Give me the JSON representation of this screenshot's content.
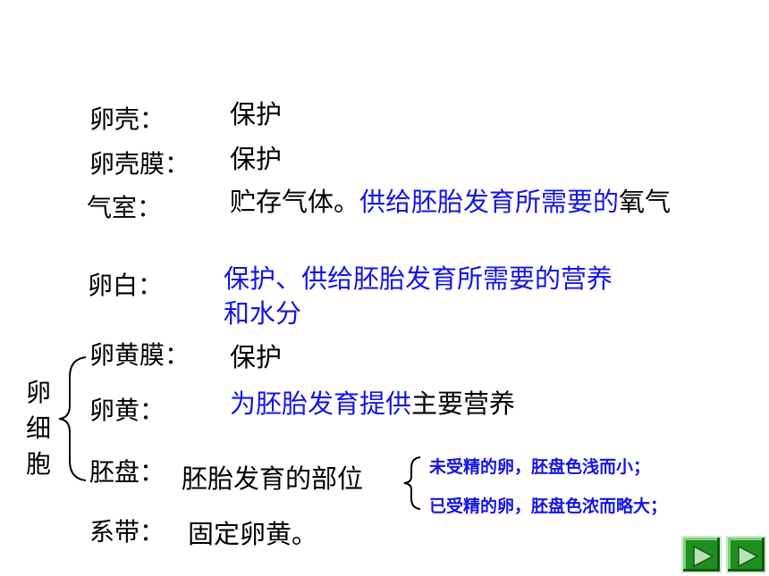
{
  "rows": {
    "shell": {
      "label": "卵壳：",
      "value": "保护"
    },
    "shell_membrane": {
      "label": "卵壳膜：",
      "value": "保护"
    },
    "air_cell": {
      "label": "气室：",
      "value_black": "贮存气体。",
      "value_blue": "供给胚胎发育所需要的",
      "value_tail": "氧气"
    },
    "albumen": {
      "label": "卵白：",
      "value_line1": "保护、供给胚胎发育所需要的营养",
      "value_line2": "和水分"
    },
    "yolk_membrane": {
      "label": "卵黄膜：",
      "value": "保护"
    },
    "yolk": {
      "label": "卵黄：",
      "value_blue": "为胚胎发育提供",
      "value_black": "主要营养"
    },
    "blastodisc": {
      "label": "胚盘：",
      "value": "胚胎发育的部位",
      "note1": "未受精的卵，胚盘色浅而小；",
      "note2": "已受精的卵，胚盘色浓而略大；"
    },
    "chalaza": {
      "label": "系带：",
      "value": "固定卵黄。"
    }
  },
  "egg_cell": {
    "label": [
      "卵",
      "细",
      "胞"
    ]
  },
  "icons": {
    "prev": "play-triangle-icon",
    "next": "play-triangle-icon"
  },
  "colors": {
    "blue_text": "#1414e6",
    "nav_green": "#1f8f1f"
  }
}
